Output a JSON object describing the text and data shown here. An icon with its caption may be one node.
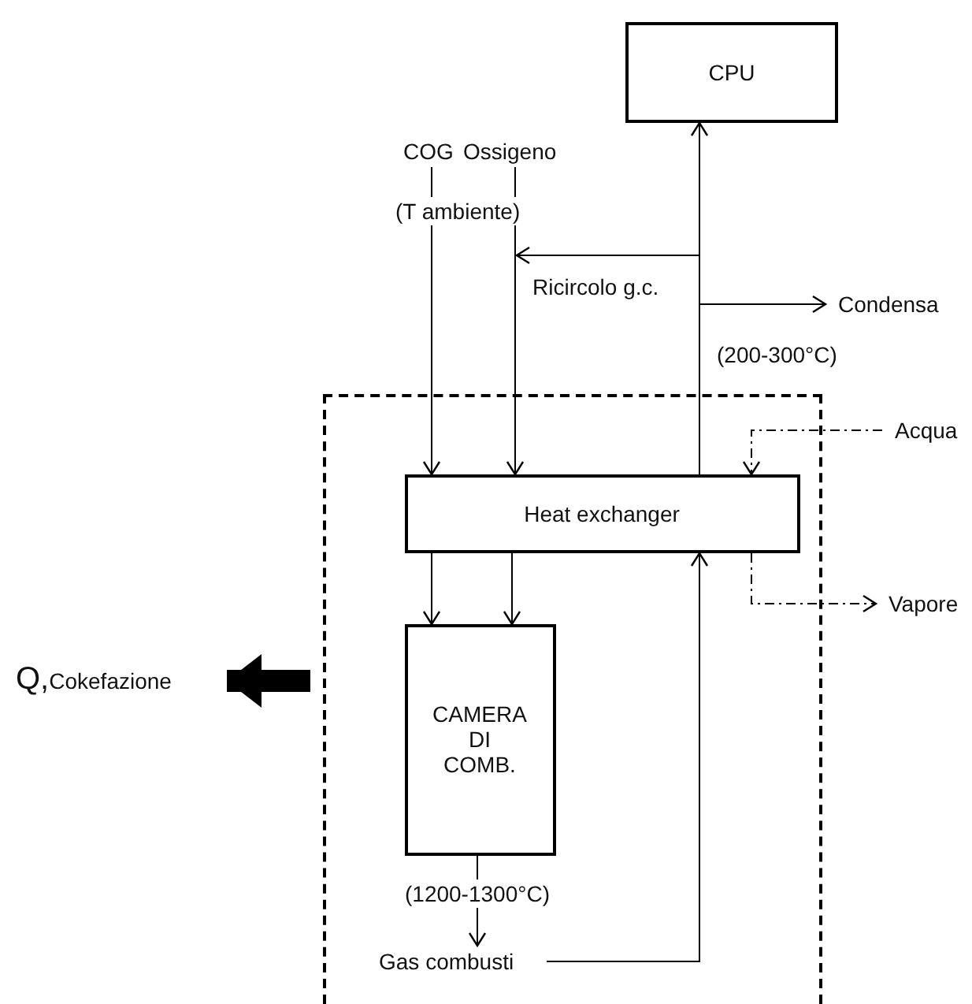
{
  "diagram": {
    "nodes": [
      {
        "text": [],
        "shape": "box"
      },
      {
        "text": [
          "CPU"
        ]
      },
      {
        "text": [
          "COG"
        ]
      },
      {
        "text": [
          "Ossigeno"
        ]
      },
      {
        "text": [
          "Heat exchanger"
        ],
        "in": 0
      },
      {
        "text": [
          "CAMERA DI COMB."
        ],
        "in": 0
      },
      {
        "text": [
          "Gas combusti"
        ],
        "in": 0
      },
      {
        "text": [
          "Condensa"
        ]
      },
      {
        "text": [
          "Acqua"
        ]
      },
      {
        "text": [
          "Vapore"
        ]
      },
      {
        "text": [
          "Q,$_{Cokefazione}$"
        ]
      }
    ],
    "edges": [
      {
        "from": 2,
        "to": 4,
        "arrow": "to"
      },
      {
        "from": 3,
        "to": 4,
        "arrow": "to"
      },
      {
        "from": 4,
        "to": 1,
        "arrow": "to",
        "label": "(200-300°C)"
      },
      {
        "from": 4,
        "to": null,
        "arrow": "to",
        "label": "Ricircolo g.c."
      },
      {
        "from": 4,
        "to": 7,
        "arrow": "to"
      },
      {
        "from": 8,
        "to": 4,
        "arrow": "to",
        "style": "dashed"
      },
      {
        "from": 4,
        "to": 9,
        "arrow": "to",
        "style": "dashed"
      },
      {
        "from": 4,
        "to": 5,
        "arrow": "to"
      },
      {
        "from": 4,
        "to": 5,
        "arrow": "to"
      },
      {
        "from": 5,
        "to": 6,
        "arrow": "to",
        "label": "(1200-1300°C)"
      },
      {
        "from": 6,
        "to": 4,
        "arrow": "to"
      },
      {
        "from": 0,
        "to": 10,
        "arrow": "to",
        "style": "thick"
      }
    ],
    "labels": [
      "(T ambiente)"
    ]
  }
}
